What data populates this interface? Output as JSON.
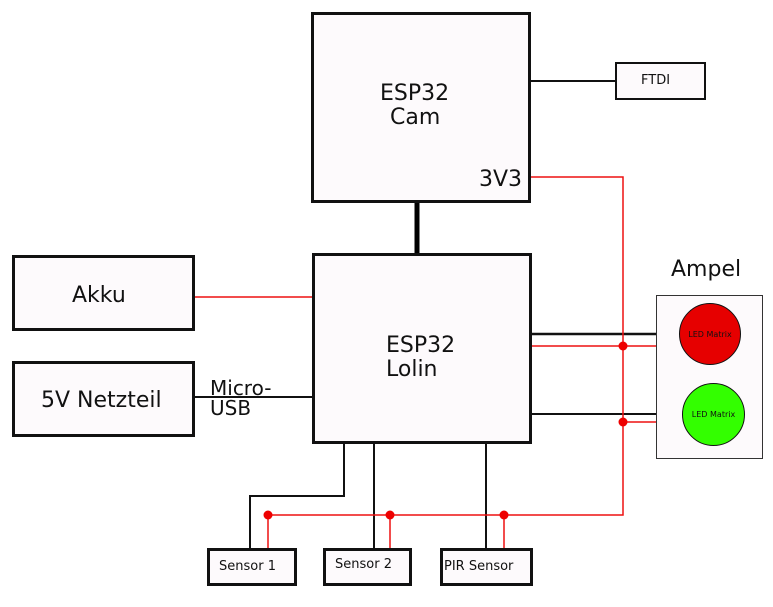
{
  "diagram": {
    "nodes": {
      "esp32_cam": {
        "line1": "ESP32",
        "line2": "Cam",
        "pin": "3V3"
      },
      "ftdi": {
        "label": "FTDI"
      },
      "esp32_lolin": {
        "line1": "ESP32",
        "line2": "Lolin"
      },
      "akku": {
        "label": "Akku"
      },
      "netzteil": {
        "label": "5V Netzteil"
      },
      "micro_usb": {
        "line1": "Micro-",
        "line2": "USB"
      },
      "ampel": {
        "title": "Ampel"
      },
      "led_red": {
        "label": "LED Matrix",
        "color": "#e60000"
      },
      "led_green": {
        "label": "LED Matrix",
        "color": "#33ff00"
      },
      "sensor1": {
        "label": "Sensor 1"
      },
      "sensor2": {
        "label": "Sensor 2"
      },
      "pir": {
        "label": "PIR Sensor"
      }
    },
    "colors": {
      "power_wire": "#ee1111",
      "signal_wire": "#111111",
      "box_fill": "#fdfafc"
    },
    "connections": [
      {
        "from": "ESP32 Cam",
        "to": "FTDI",
        "type": "signal"
      },
      {
        "from": "ESP32 Cam",
        "to": "ESP32 Lolin",
        "type": "bus"
      },
      {
        "from": "ESP32 Cam 3V3",
        "to": "power rail",
        "type": "power"
      },
      {
        "from": "Akku",
        "to": "ESP32 Lolin",
        "type": "power"
      },
      {
        "from": "5V Netzteil",
        "to": "ESP32 Lolin",
        "type": "signal",
        "label": "Micro-USB"
      },
      {
        "from": "ESP32 Lolin",
        "to": "LED Matrix (red)",
        "type": "signal"
      },
      {
        "from": "ESP32 Lolin",
        "to": "LED Matrix (green)",
        "type": "signal"
      },
      {
        "from": "ESP32 Lolin",
        "to": "Sensor 1",
        "type": "signal"
      },
      {
        "from": "ESP32 Lolin",
        "to": "Sensor 2",
        "type": "signal"
      },
      {
        "from": "ESP32 Lolin",
        "to": "PIR Sensor",
        "type": "signal"
      }
    ]
  }
}
